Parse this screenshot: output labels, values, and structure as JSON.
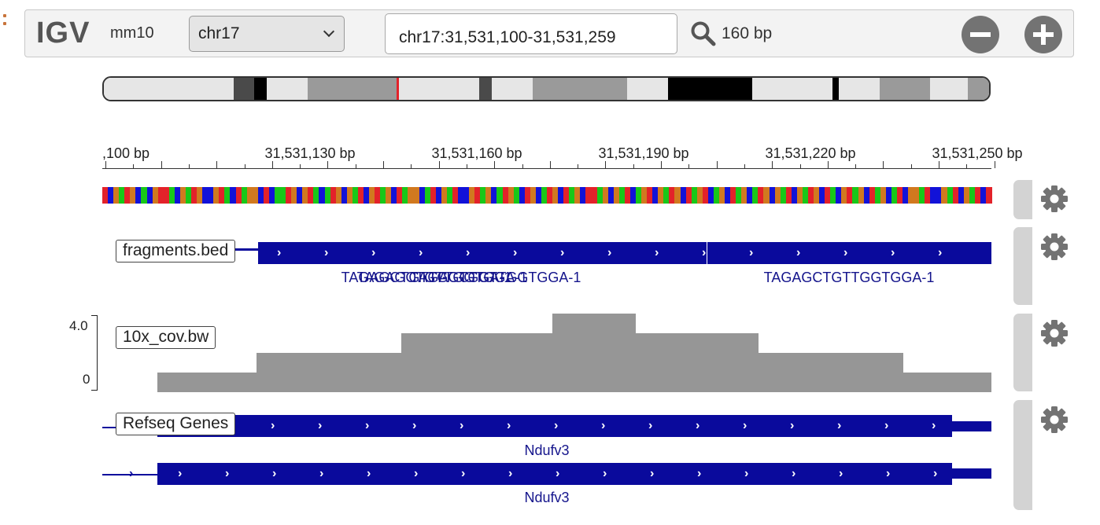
{
  "navbar": {
    "logo": "IGV",
    "genome": "mm10",
    "chromosome": "chr17",
    "locus": "chr17:31,531,100-31,531,259",
    "window_size": "160 bp",
    "icons": {
      "search": "search-icon",
      "zoom_out": "zoom-out-icon",
      "zoom_in": "zoom-in-icon"
    }
  },
  "ideogram": {
    "chromosome": "chr17",
    "bands": [
      "gneg",
      "gpos75",
      "gpos100",
      "gneg",
      "gpos50",
      "gneg",
      "gpos75",
      "gneg",
      "gpos50",
      "gneg",
      "gpos100",
      "gneg",
      "gpos100",
      "gneg",
      "gpos50",
      "gneg",
      "gpos50"
    ],
    "current_view_marker_color": "#e3222a"
  },
  "ruler": {
    "tick_labels": [
      ",100 bp",
      "31,531,130 bp",
      "31,531,160 bp",
      "31,531,190 bp",
      "31,531,220 bp",
      "31,531,250 bp"
    ]
  },
  "sequence": {
    "colors": {
      "A": "#18c818",
      "C": "#1212d8",
      "G": "#d1791f",
      "T": "#e3222a"
    }
  },
  "tracks": [
    {
      "name": "fragments.bed",
      "color": "#0a0a9c",
      "features": [
        {
          "label": "TAGAGCTGTTGGTGGA-1",
          "display": "TAGAGCTGTTGGTGGA-1"
        },
        {
          "label": "TAGAGCTGTTGGTGGA-1",
          "display": "TAGAGCTGTTGGTGGA-1"
        }
      ],
      "overlapping_label_text": "TAGAGCTGTTGGTGGA-1"
    },
    {
      "name": "10x_cov.bw",
      "scale_max": "4.0",
      "scale_min": "0",
      "color": "#969696",
      "coverage_levels": [
        1,
        2,
        3,
        4,
        3,
        2,
        1
      ]
    },
    {
      "name": "Refseq Genes",
      "color": "#0a0a9c",
      "genes": [
        {
          "label": "Ndufv3"
        },
        {
          "label": "Ndufv3"
        }
      ]
    }
  ],
  "track_menu_icon": "gear-icon"
}
